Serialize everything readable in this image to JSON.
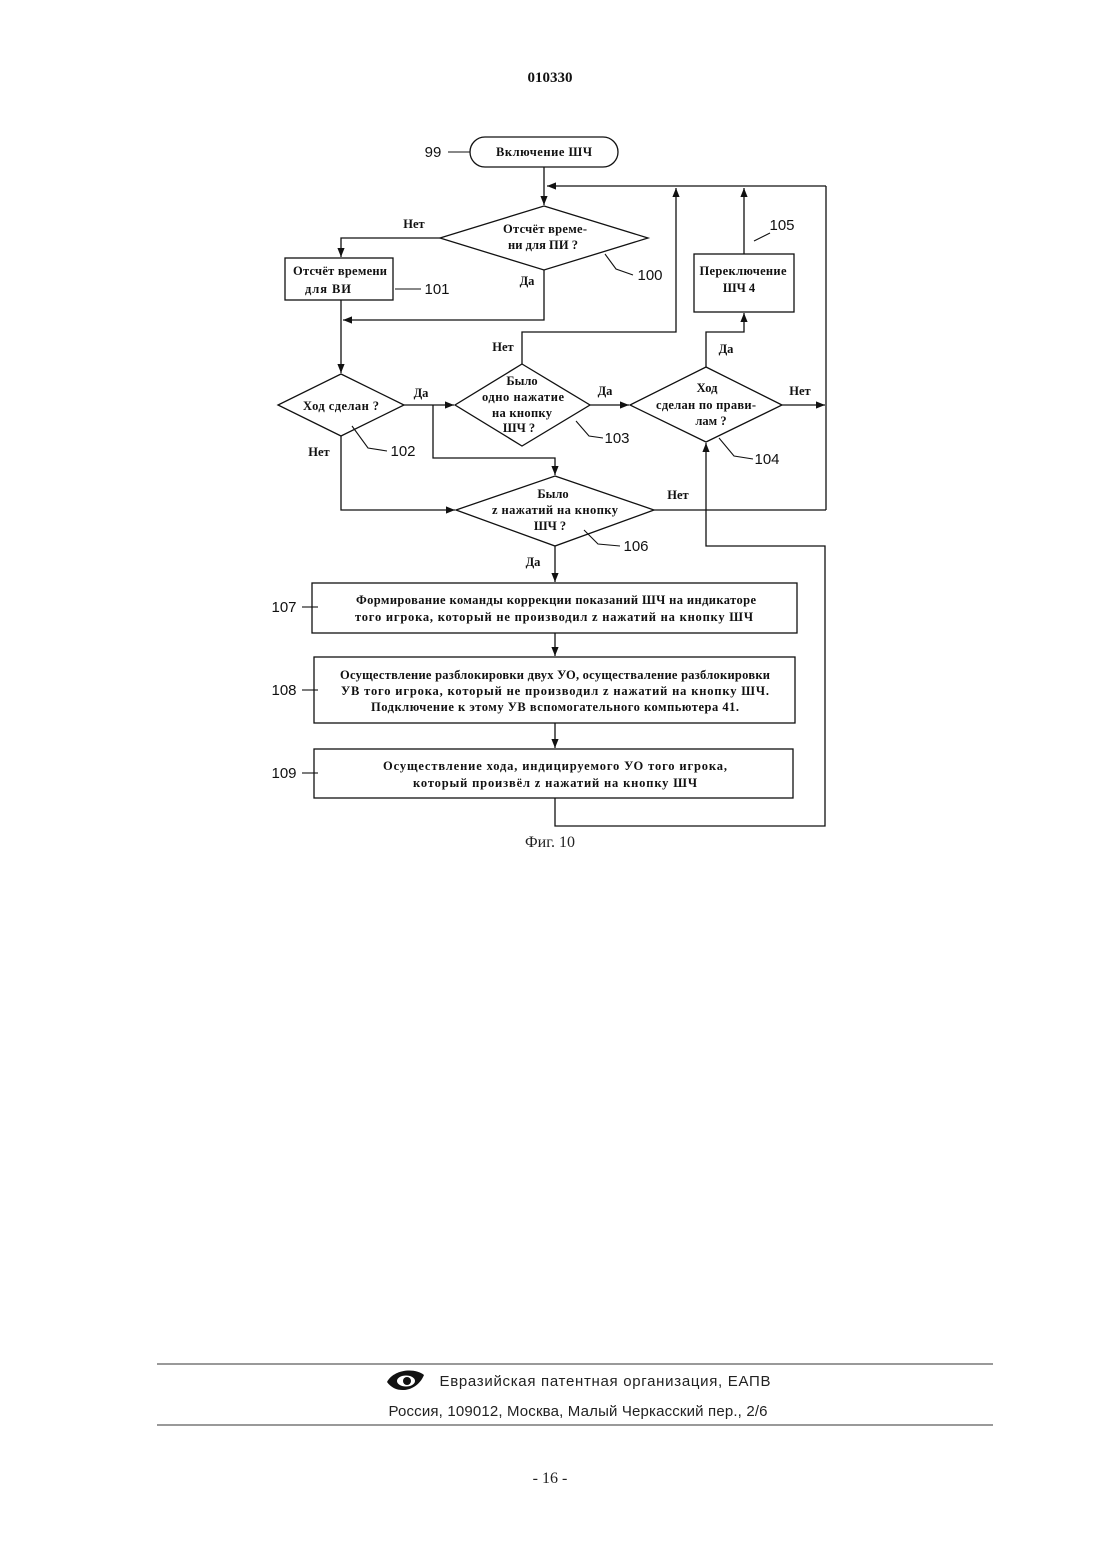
{
  "header": {
    "document_number": "010330"
  },
  "flowchart": {
    "nodes": {
      "n99": {
        "ref": "99",
        "lines": [
          "Включение ШЧ"
        ]
      },
      "n100": {
        "ref": "100",
        "lines": [
          "Отсчёт време-",
          "ни для ПИ ?"
        ]
      },
      "n101": {
        "ref": "101",
        "lines": [
          "Отсчёт времени",
          "для ВИ"
        ]
      },
      "n102": {
        "ref": "102",
        "lines": [
          "Ход сделан ?"
        ]
      },
      "n103": {
        "ref": "103",
        "lines": [
          "Было",
          "одно нажатие",
          "на кнопку",
          "ШЧ ?"
        ]
      },
      "n104": {
        "ref": "104",
        "lines": [
          "Ход",
          "сделан по прави-",
          "лам ?"
        ]
      },
      "n105": {
        "ref": "105",
        "lines": [
          "Переключение",
          "ШЧ 4"
        ]
      },
      "n106": {
        "ref": "106",
        "lines": [
          "Было",
          "z нажатий на кнопку",
          "ШЧ ?"
        ]
      },
      "n107": {
        "ref": "107",
        "lines": [
          "Формирование команды коррекции показаний ШЧ на индикаторе",
          "того игрока, который не производил z нажатий на кнопку ШЧ"
        ]
      },
      "n108": {
        "ref": "108",
        "lines": [
          "Осуществление разблокировки двух УО, осуществаление разблокировки",
          "УВ того игрока, который не производил z нажатий на кнопку ШЧ.",
          "Подключение к этому УВ вспомогательного компьютера 41."
        ]
      },
      "n109": {
        "ref": "109",
        "lines": [
          "Осуществление хода, индицируемого УО того игрока,",
          "который произвёл z нажатий на кнопку ШЧ"
        ]
      }
    },
    "branches": {
      "n100_no": "Нет",
      "n100_yes": "Да",
      "n102_yes": "Да",
      "n102_no": "Нет",
      "n103_no": "Нет",
      "n103_yes": "Да",
      "n104_yes": "Да",
      "n104_no": "Нет",
      "n106_no": "Нет",
      "n106_yes": "Да"
    },
    "caption": "Фиг. 10"
  },
  "footer": {
    "logo_icon": "eapo-eye-logo-icon",
    "organization": "Евразийская патентная организация, ЕАПВ",
    "address": "Россия, 109012, Москва, Малый Черкасский пер., 2/6"
  },
  "page_number": "- 16 -"
}
